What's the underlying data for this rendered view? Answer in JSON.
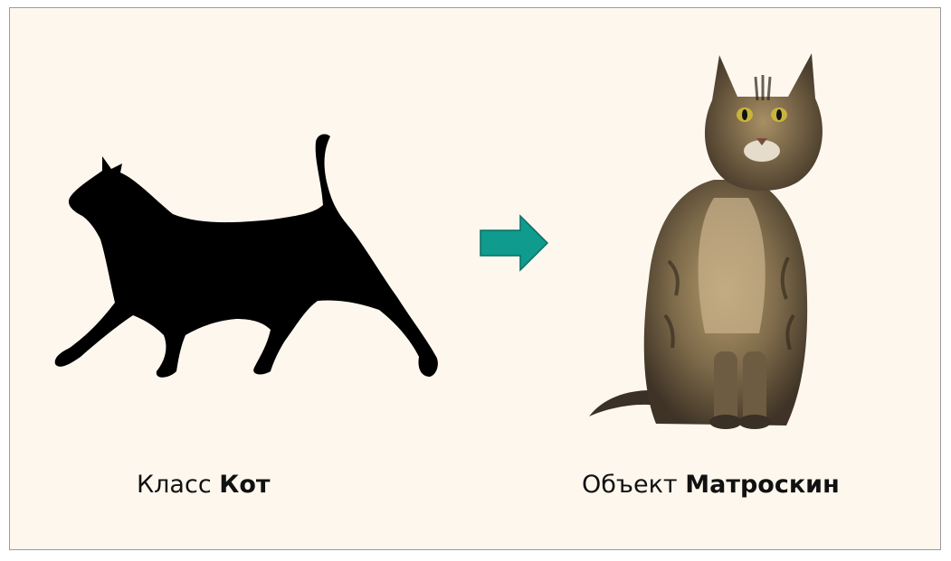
{
  "left_caption": {
    "prefix": "Класс",
    "name": "Кот"
  },
  "right_caption": {
    "prefix": "Объект",
    "name": "Матроскин"
  },
  "colors": {
    "background": "#fdf7ee",
    "arrow_fill": "#0f9b8e",
    "silhouette": "#000000"
  },
  "icons": {
    "left": "cat-silhouette",
    "center": "right-arrow",
    "right": "maine-coon-cat-photo"
  }
}
